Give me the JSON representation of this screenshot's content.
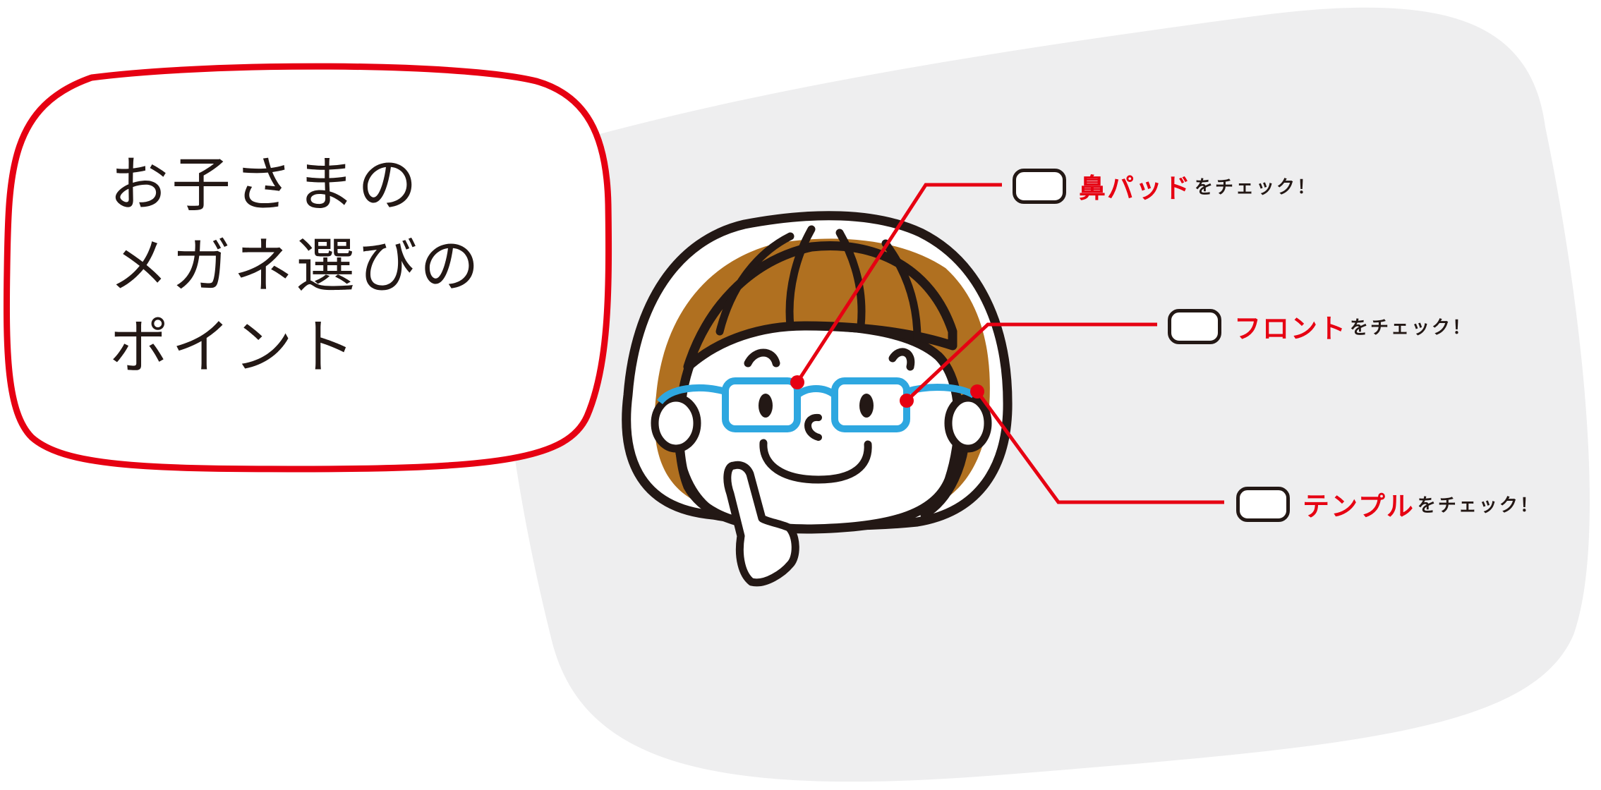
{
  "title_lines": [
    "お子さまの",
    "メガネ選びの",
    "ポイント"
  ],
  "callouts": [
    {
      "main": "鼻パッド",
      "suffix": "をチェック！"
    },
    {
      "main": "フロント",
      "suffix": "をチェック！"
    },
    {
      "main": "テンプル",
      "suffix": "をチェック！"
    }
  ],
  "colors": {
    "accent_red": "#e60012",
    "glasses_blue": "#2ea7e0",
    "hair_brown": "#b07020",
    "outline": "#231815",
    "background_blob": "#eeeeef"
  },
  "illustration": "child-with-glasses-thinking"
}
